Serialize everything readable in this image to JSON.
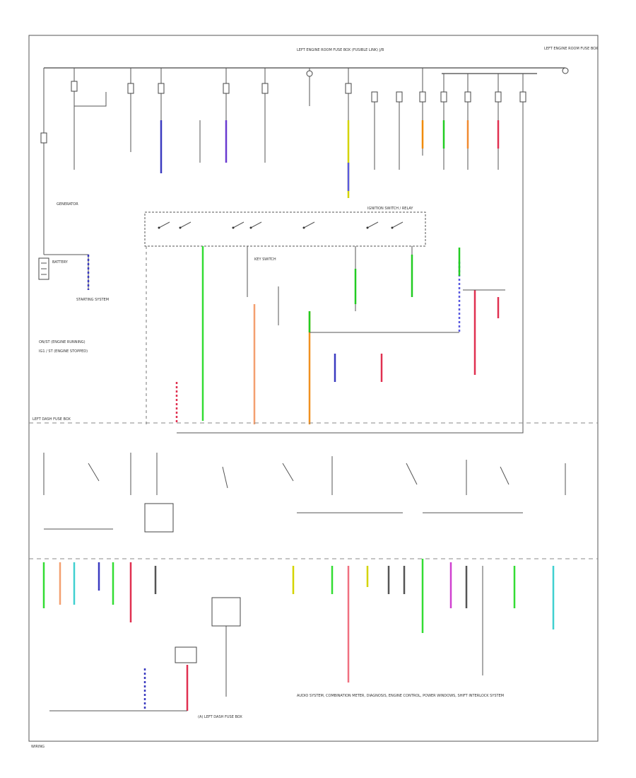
{
  "diagram": {
    "title": "",
    "top_labels": {
      "left_block": "LEFT ENGINE ROOM FUSE BOX (FUSIBLE LINK) J/B",
      "right_block": "LEFT ENGINE ROOM FUSE BOX"
    },
    "labels": {
      "generator": "GENERATOR",
      "battery": "BATTERY",
      "starting_system": "STARTING SYSTEM",
      "relay_box": "IGNITION SWITCH / RELAY",
      "key_switch": "KEY SWITCH",
      "mid_section": "LEFT DASH FUSE BOX",
      "bottom_ref": "(A) LEFT DASH FUSE BOX",
      "footer": "WIRING"
    },
    "notes": [
      "ON/ST (ENGINE RUNNING)",
      "IG1 / ST (ENGINE STOPPED)"
    ],
    "bottom_callout": "AUDIO SYSTEM, COMBINATION METER, DIAGNOSIS, ENGINE CONTROL, POWER WINDOWS, SHIFT INTERLOCK SYSTEM"
  }
}
